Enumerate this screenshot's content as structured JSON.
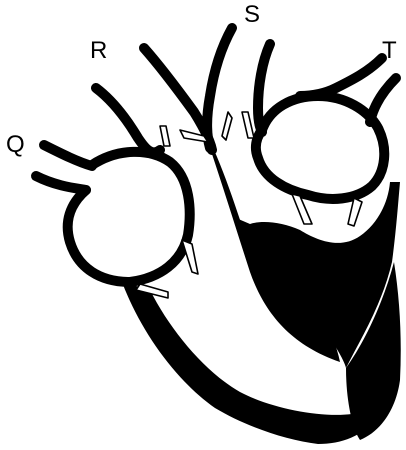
{
  "labels": {
    "q": "Q",
    "r": "R",
    "s": "S",
    "t": "T"
  },
  "colors": {
    "ink": "#000000",
    "background": "#ffffff"
  }
}
